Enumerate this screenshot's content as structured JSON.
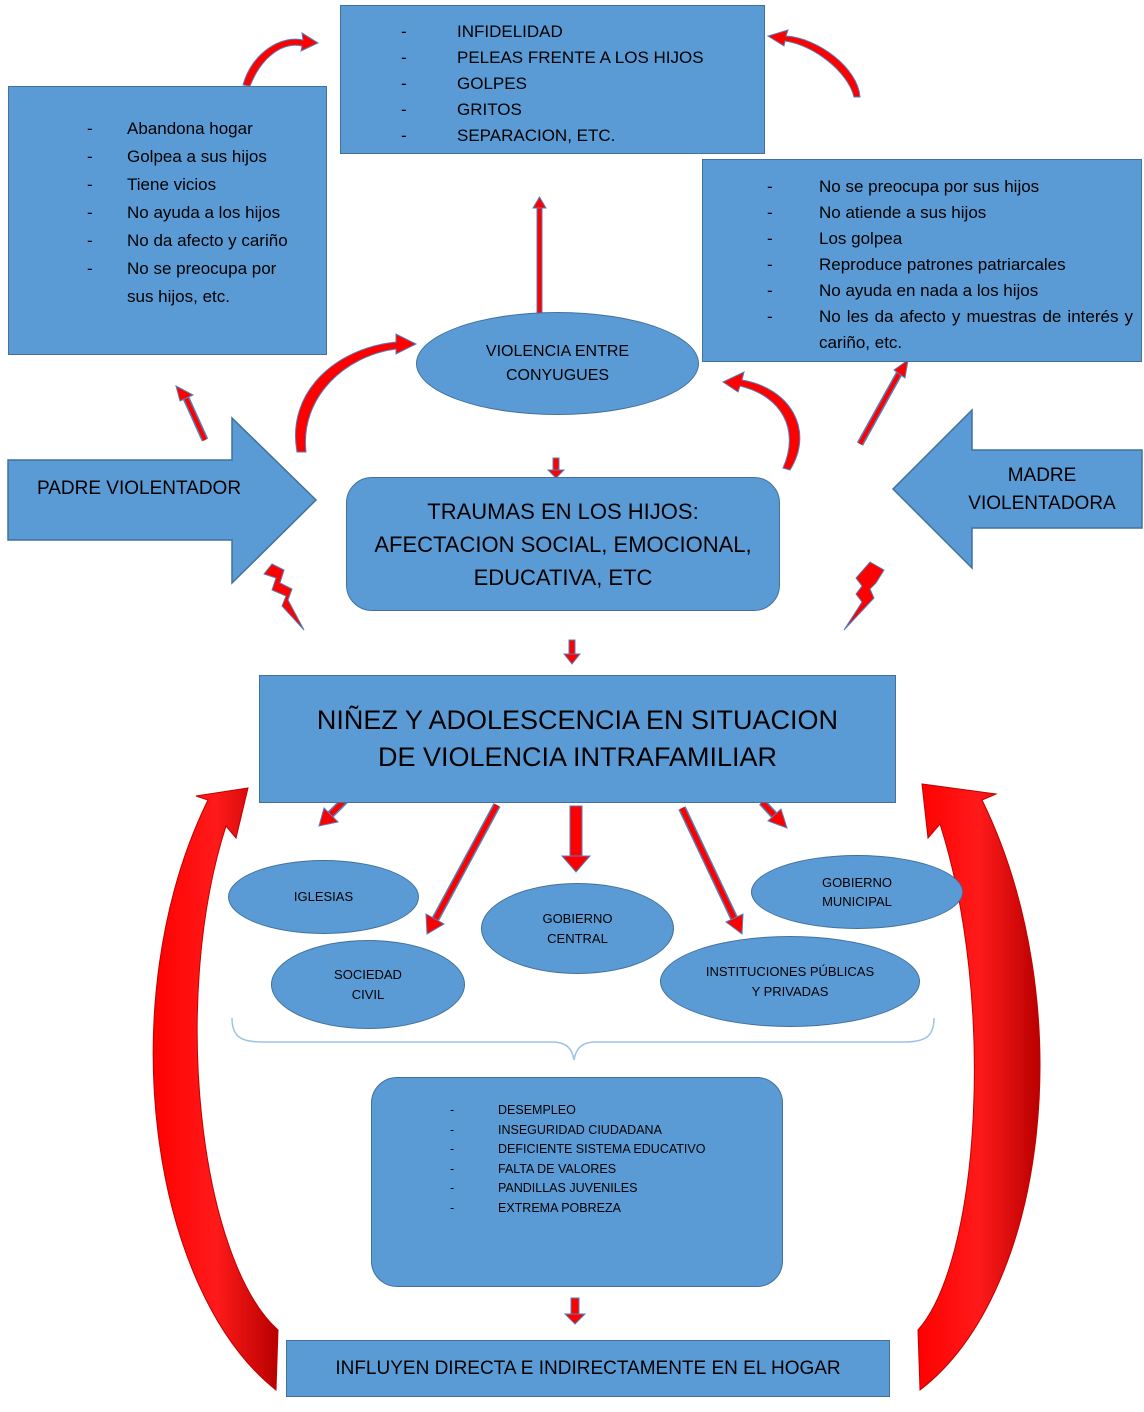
{
  "colors": {
    "box_fill": "#5b9bd5",
    "box_border": "#41719c",
    "arrow_red": "#ff0000",
    "arrow_blue": "#4f81bd"
  },
  "top_box": {
    "items": [
      "INFIDELIDAD",
      "PELEAS FRENTE A LOS HIJOS",
      "GOLPES",
      "GRITOS",
      "SEPARACION, ETC."
    ]
  },
  "father_box": {
    "items": [
      "Abandona hogar",
      "Golpea a sus hijos",
      "Tiene vicios",
      "No ayuda a los hijos",
      "No da afecto y cariño",
      "No se preocupa por sus hijos, etc."
    ]
  },
  "mother_box": {
    "items": [
      "No se preocupa por sus hijos",
      "No atiende a sus hijos",
      "Los golpea",
      "Reproduce patrones patriarcales",
      "No ayuda en nada a los hijos",
      "No les da afecto y muestras de interés y cariño, etc."
    ]
  },
  "conyugal_ellipse": {
    "label": "VIOLENCIA ENTRE CONYUGUES"
  },
  "father_arrow": {
    "label": "PADRE VIOLENTADOR"
  },
  "mother_arrow": {
    "label": "MADRE VIOLENTADORA"
  },
  "traumas_box": {
    "label": "TRAUMAS EN LOS HIJOS: AFECTACION SOCIAL, EMOCIONAL, EDUCATIVA, ETC"
  },
  "main_box": {
    "label": "NIÑEZ Y ADOLESCENCIA EN SITUACION DE VIOLENCIA INTRAFAMILIAR"
  },
  "institutions": {
    "iglesias": "IGLESIAS",
    "gobierno_central": "GOBIERNO CENTRAL",
    "gobierno_municipal": "GOBIERNO MUNICIPAL",
    "sociedad_civil": "SOCIEDAD CIVIL",
    "instituciones": "INSTITUCIONES PÚBLICAS Y PRIVADAS"
  },
  "causes_box": {
    "items": [
      "DESEMPLEO",
      "INSEGURIDAD CIUDADANA",
      "DEFICIENTE SISTEMA EDUCATIVO",
      "FALTA DE VALORES",
      "PANDILLAS JUVENILES",
      "EXTREMA POBREZA"
    ]
  },
  "bottom_box": {
    "label": "INFLUYEN DIRECTA E INDIRECTAMENTE EN EL HOGAR"
  },
  "list_marker": "-"
}
